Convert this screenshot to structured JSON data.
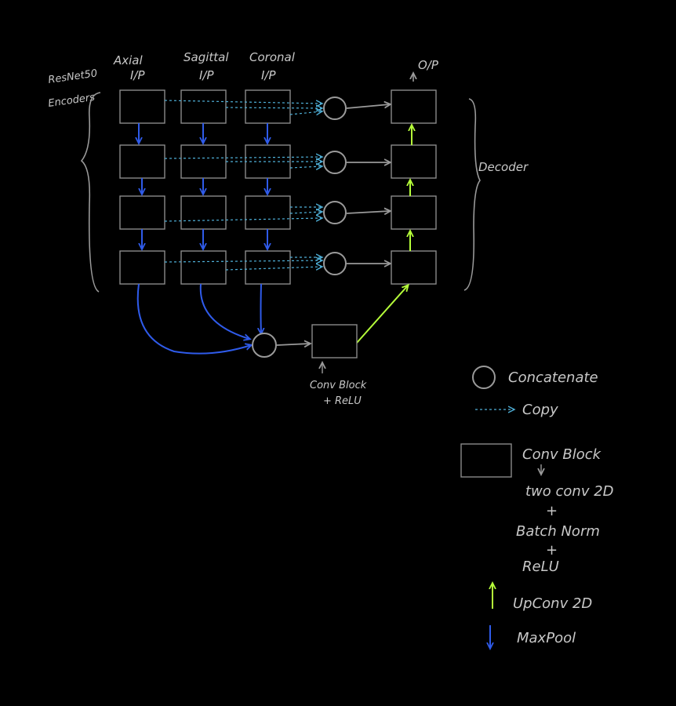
{
  "diagram": {
    "encoder_label": [
      "ResNet50",
      "Encoders"
    ],
    "inputs": {
      "axial": [
        "Axial",
        "I/P"
      ],
      "sagittal": [
        "Sagittal",
        "I/P"
      ],
      "coronal": [
        "Coronal",
        "I/P"
      ]
    },
    "output_label": "O/P",
    "decoder_label": "Decoder",
    "bottleneck_label": [
      "Conv Block",
      "+ ReLU"
    ]
  },
  "legend": {
    "concatenate": "Concatenate",
    "copy": "Copy",
    "conv_block": {
      "title": "Conv Block",
      "lines": [
        "two conv 2D",
        "+",
        "Batch Norm",
        "+",
        "ReLU"
      ]
    },
    "upconv": "UpConv 2D",
    "maxpool": "MaxPool"
  },
  "colors": {
    "maxpool_arrow": "#2f5bea",
    "upconv_arrow": "#b6ff3a",
    "copy_arrow": "#4fb0d8",
    "plain_arrow": "#9a9a9a",
    "box_stroke": "#8a8a8a",
    "text": "#c8c8c8",
    "background": "#000000"
  }
}
